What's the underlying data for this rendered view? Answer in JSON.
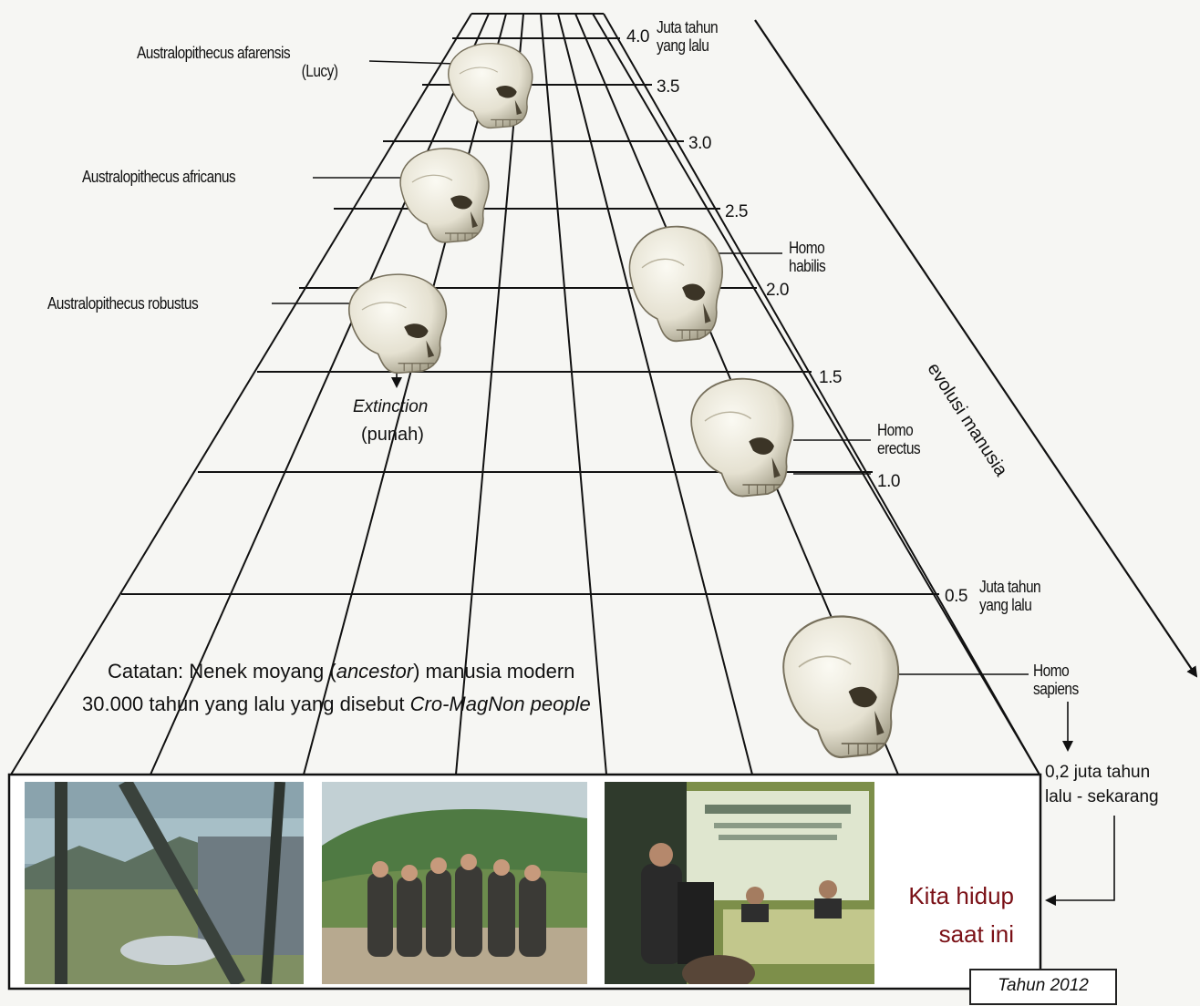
{
  "diagram": {
    "time_axis": {
      "ticks": [
        "4.0",
        "3.5",
        "3.0",
        "2.5",
        "2.0",
        "1.5",
        "1.0",
        "0.5"
      ],
      "top_unit": [
        "Juta tahun",
        "yang lalu"
      ],
      "mid_unit": [
        "Juta tahun",
        "yang lalu"
      ]
    },
    "species": {
      "afarensis": [
        "Australopithecus afarensis",
        "(Lucy)"
      ],
      "africanus": "Australopithecus africanus",
      "robustus": "Australopithecus robustus",
      "habilis": [
        "Homo",
        "habilis"
      ],
      "erectus": [
        "Homo",
        "erectus"
      ],
      "sapiens": [
        "Homo",
        "sapiens"
      ]
    },
    "extinction": {
      "english": "Extinction",
      "indonesian": "(punah)"
    },
    "evolution_arrow_label": "evolusi manusia",
    "present_label": [
      "0,2 juta tahun",
      "lalu - sekarang"
    ],
    "note": {
      "line1": [
        "Catatan: Nenek moyang (",
        "ancestor",
        ") manusia modern"
      ],
      "line2": [
        "30.000 tahun yang lalu yang disebut ",
        "Cro-MagNon people"
      ]
    },
    "kita_hidup": [
      "Kita hidup",
      "saat ini"
    ],
    "year_box": "Tahun 2012"
  },
  "colors": {
    "line": "#111111",
    "kita_text": "#7a1016",
    "skull": "#ece9dc",
    "skull_shadow": "#9c9784"
  },
  "icons": {
    "skull": "skull-icon",
    "photo_1": "airport-photo",
    "photo_2": "group-photo",
    "photo_3": "seminar-photo"
  }
}
